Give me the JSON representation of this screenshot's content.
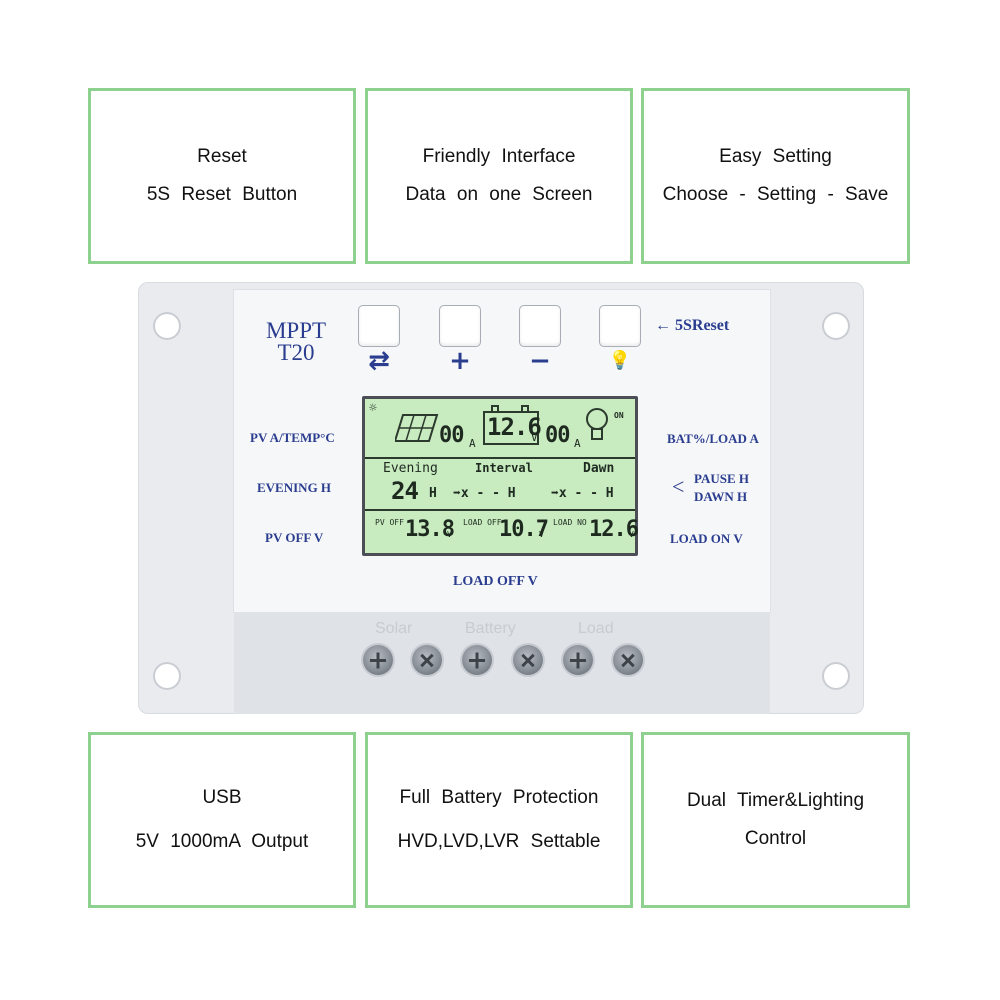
{
  "features": [
    {
      "line1": "Reset",
      "line2": "5S  Reset  Button"
    },
    {
      "line1": "Friendly  Interface",
      "line2": "Data  on  one  Screen"
    },
    {
      "line1": "Easy  Setting",
      "line2": "Choose  -  Setting  -  Save"
    },
    {
      "line1": "USB",
      "line2": "5V  1000mA  Output"
    },
    {
      "line1": "Full  Battery  Protection",
      "line2": "HVD,LVD,LVR  Settable"
    },
    {
      "line1": "Dual  Timer&Lighting",
      "line2": "Control"
    }
  ],
  "device": {
    "model_line1": "MPPT",
    "model_line2": "T20",
    "reset_label": "← 5SReset",
    "buttons": [
      {
        "symbol": "⇄"
      },
      {
        "symbol": "+"
      },
      {
        "symbol": "−"
      },
      {
        "symbol": "💡"
      }
    ],
    "labels": {
      "pv_a_temp": "PV A/TEMP°C",
      "evening_h": "EVENING H",
      "pv_off_v": "PV OFF V",
      "bat_load_a": "BAT%/LOAD A",
      "pause_h": "PAUSE H",
      "dawn_h": "DAWN H",
      "load_on_v": "LOAD ON V",
      "load_off_v": "LOAD OFF V"
    },
    "lcd": {
      "pv_current": "00",
      "battery_voltage": "12.6",
      "load_current": "00",
      "unit_a": "A",
      "unit_v": "V",
      "on_indicator": "ON",
      "evening_label": "Evening",
      "interval_label": "Interval",
      "dawn_label": "Dawn",
      "evening_hours": "24",
      "unit_h": "H",
      "interval_value": "➡x - - H",
      "dawn_value": "➡x - - H",
      "pv_off_label": "PV OFF",
      "pv_off_value": "13.8",
      "load_off_label": "LOAD OFF",
      "load_off_value": "10.7",
      "load_on_label": "LOAD NO",
      "load_on_value": "12.6"
    },
    "terminals": {
      "solar_label": "Solar",
      "battery_label": "Battery",
      "load_label": "Load"
    }
  },
  "colors": {
    "box_border": "#8ed08e",
    "device_text": "#2a3d8f",
    "lcd_background": "#c8ecc0"
  }
}
